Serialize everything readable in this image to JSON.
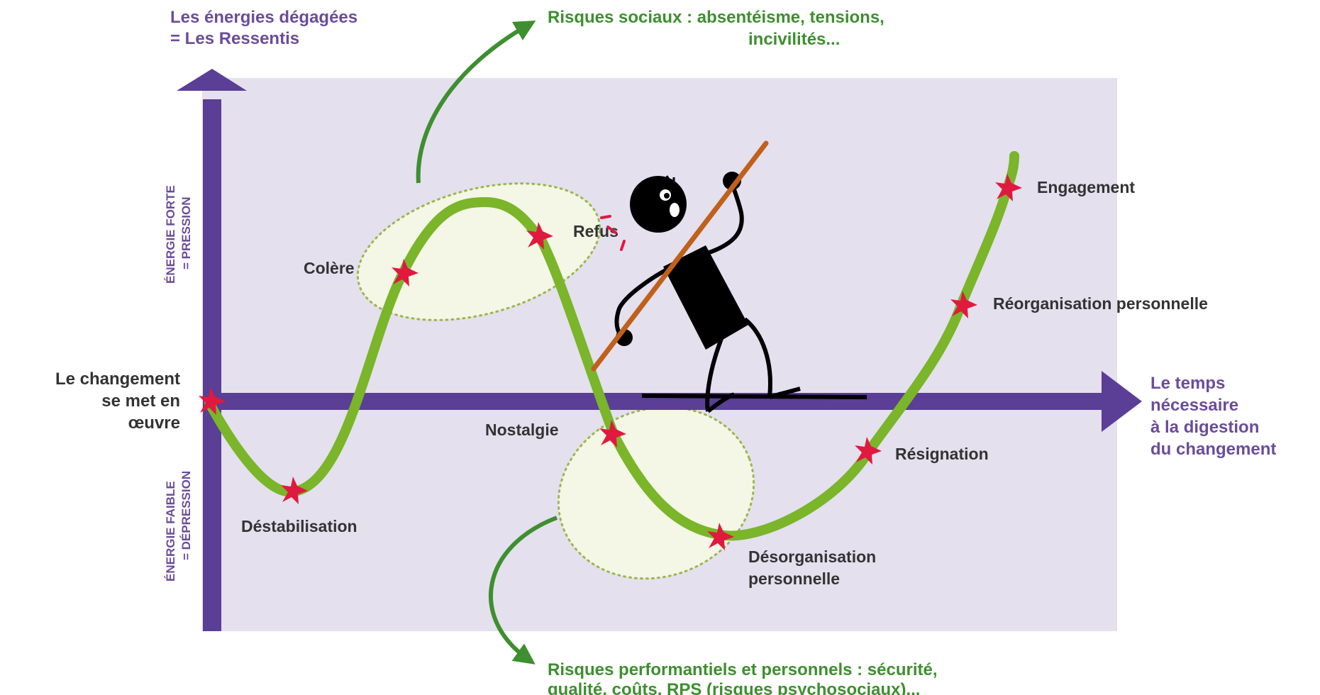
{
  "axes": {
    "y_title_line1": "Les énergies dégagées",
    "y_title_line2": "= Les Ressentis",
    "y_upper_line1": "ÉNERGIE FORTE",
    "y_upper_line2": "= PRESSION",
    "y_lower_line1": "ÉNERGIE FAIBLE",
    "y_lower_line2": "= DÉPRESSION",
    "x_title_line1": "Le temps",
    "x_title_line2": "nécessaire",
    "x_title_line3": "à la digestion",
    "x_title_line4": "du changement"
  },
  "start_label": {
    "line1": "Le changement",
    "line2": "se met  en",
    "line3": "œuvre"
  },
  "stages": {
    "destabilisation": "Déstabilisation",
    "colere": "Colère",
    "refus": "Refus",
    "nostalgie": "Nostalgie",
    "desorganisation_line1": "Désorganisation",
    "desorganisation_line2": "personnelle",
    "resignation": "Résignation",
    "reorganisation": "Réorganisation personnelle",
    "engagement": "Engagement"
  },
  "risks": {
    "social_line1": "Risques sociaux : absentéisme, tensions,",
    "social_line2": "incivilités...",
    "perf_line1": "Risques performantiels et personnels : sécurité,",
    "perf_line2": "qualité, coûts, RPS (risques psychosociaux)..."
  },
  "colors": {
    "axis_purple": "#5b3e96",
    "panel_lavender": "#e4e0ee",
    "curve_green": "#7ab52a",
    "risk_green": "#3e8f2f",
    "star_red": "#e0193f",
    "bubble_fill": "#f4f6e6",
    "figure_black": "#000000",
    "pole_orange": "#c0601a"
  },
  "icons": {
    "stage_marker": "red-starburst-icon",
    "figure": "tightrope-walker-figure"
  }
}
